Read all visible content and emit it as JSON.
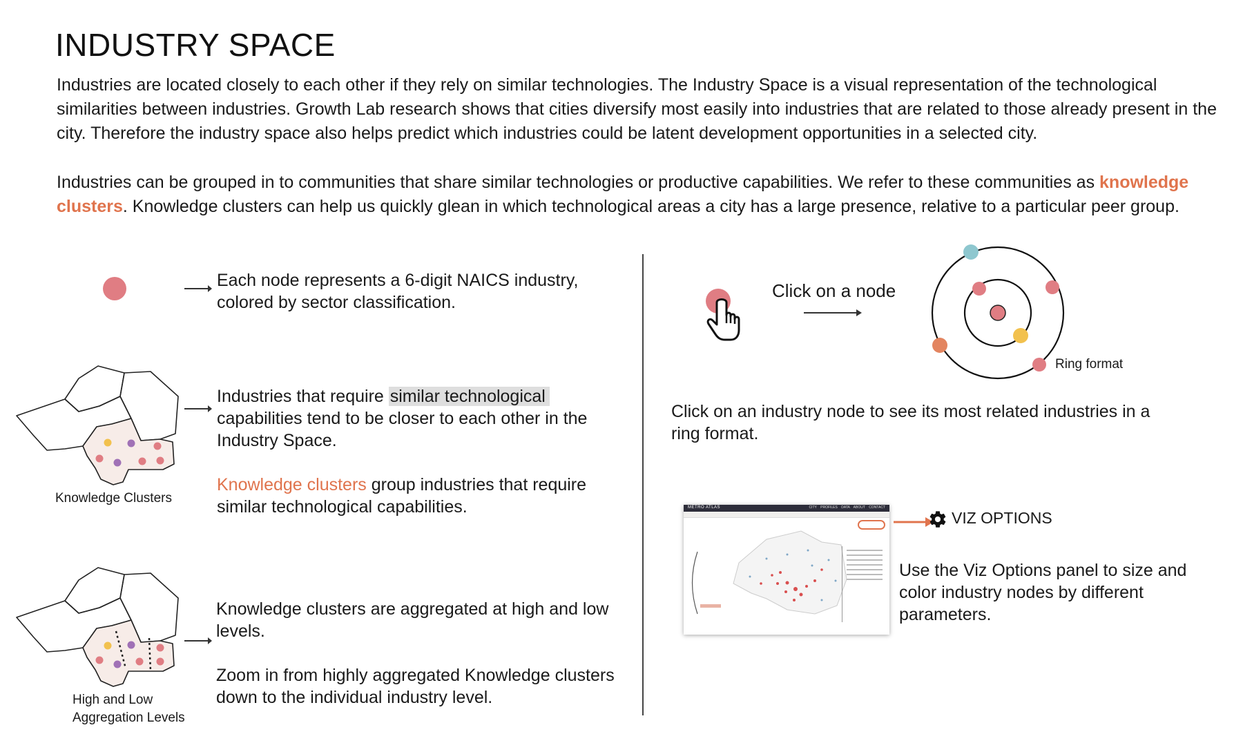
{
  "title": "INDUSTRY SPACE",
  "intro": {
    "p1": "Industries are located closely to each other if they rely on similar technologies.  The Industry Space is a visual representation of the technological similarities between industries.  Growth Lab research shows that cities diversify most easily into industries that are related to those already present in the city. Therefore the industry space also helps predict which industries could be latent development opportunities in a selected city.",
    "p2_before": "Industries can be grouped in to communities that share similar technologies or productive capabilities. We refer to these communities as ",
    "p2_link": "knowledge clusters",
    "p2_after": ".  Knowledge clusters can help us quickly glean in which technological areas a city has a large presence, relative to a particular peer group."
  },
  "left": {
    "node_text": "Each node represents a 6-digit NAICS industry, colored by sector classification.",
    "similar_before": "Industries that require ",
    "similar_highlight": "similar technological",
    "similar_after": " capabilities tend to be closer to each other in the Industry Space.",
    "kc_link": "Knowledge clusters",
    "kc_after": " group industries that require similar technological capabilities.",
    "caption_knowledge": "Knowledge Clusters",
    "agg_text": "Knowledge clusters are aggregated at high and low levels.",
    "zoom_text": "Zoom in from highly aggregated Knowledge clusters down to the individual industry level.",
    "caption_agg_line1": "High and Low",
    "caption_agg_line2": "Aggregation Levels"
  },
  "right": {
    "click_label": "Click on a node",
    "ring_caption": "Ring format",
    "ring_text": "Click on an industry node to see its most related industries in a ring format.",
    "viz_label": "VIZ OPTIONS",
    "viz_text": "Use the Viz Options panel to size and color industry nodes by different parameters.",
    "screenshot_brand": "METRO ATLAS",
    "screenshot_nav": "CITY PROFILES DATA ABOUT CONTACT"
  },
  "colors": {
    "node_pink": "#e07d83",
    "node_orange": "#e38560",
    "node_yellow": "#f2c14e",
    "node_purple": "#a071b6",
    "node_teal": "#8ec7cf",
    "accent": "#e0744d"
  }
}
